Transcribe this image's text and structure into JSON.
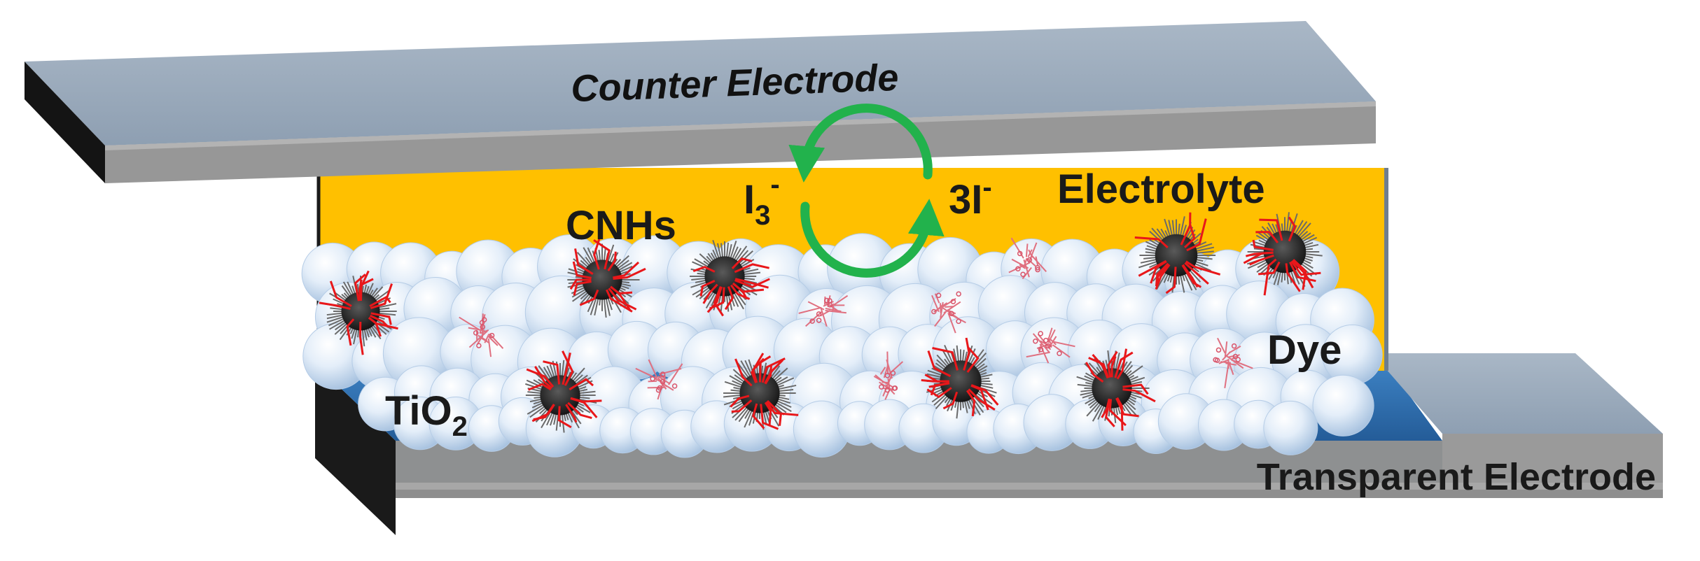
{
  "labels": {
    "counter_electrode": "Counter Electrode",
    "electrolyte": "Electrolyte",
    "cnhs": "CNHs",
    "i3_base": "I",
    "i3_sub": "3",
    "i3_sup": "-",
    "i_coef": "3I",
    "i_sup": "-",
    "dye": "Dye",
    "tio2_base": "TiO",
    "tio2_sub": "2",
    "transparent_electrode": "Transparent Electrode"
  },
  "colors": {
    "electrolyte": "#FFC000",
    "counter_top": "#95A6B8",
    "counter_front": "#979797",
    "dark_edge": "#1A1A1A",
    "fto_blue": "#2F6FB1",
    "glass_gray": "#9A9A9A",
    "cycle_arrow": "#22B24C",
    "tio2_particle": "#C9DDF2",
    "cnh_core": "#2E2E2E",
    "cnh_spikes": "#E8171A",
    "dye_molecule": "#E07080"
  },
  "icons": {
    "redox_cycle": "redox-cycle-arrows-icon",
    "cnh": "carbon-nanohorn-icon",
    "dye": "dye-molecule-icon",
    "tio2": "tio2-nanoparticle-icon"
  }
}
